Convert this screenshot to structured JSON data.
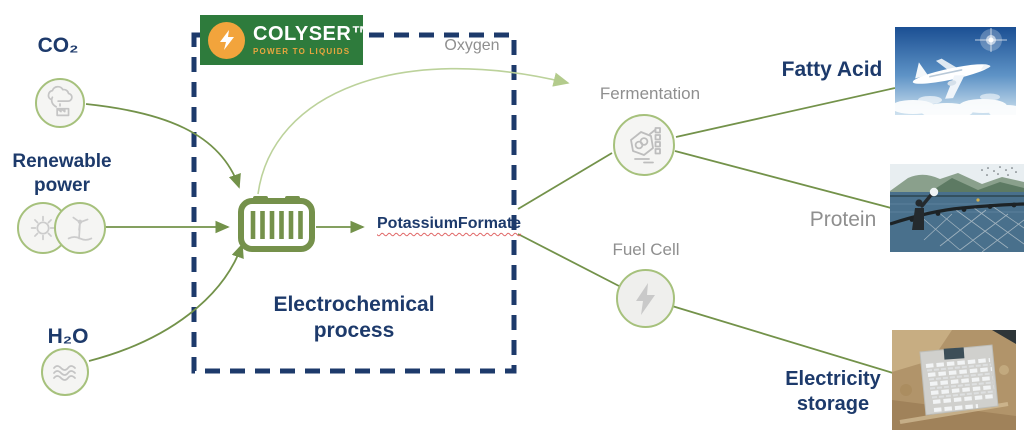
{
  "colors": {
    "navy": "#1d3a6b",
    "olive_line": "#73924a",
    "battery_green": "#75914b",
    "sage_line": "#bcd29b",
    "circle_border": "#a6c17c",
    "gray_text": "#8f8f8f",
    "icon_gray": "#c5c5c5",
    "logo_green": "#2e7b3c",
    "logo_orange": "#f2a43c",
    "spellcheck_red": "#e06666"
  },
  "logo": {
    "name": "COLYSER™",
    "tagline": "POWER TO LIQUIDS",
    "icon": "lightning-bolt-icon"
  },
  "inputs": {
    "co2": {
      "label": "CO₂",
      "icon": "co2-emissions-icon"
    },
    "renewable": {
      "label": "Renewable power",
      "icons": [
        "sun-icon",
        "wind-turbine-icon"
      ]
    },
    "water": {
      "label": "H₂O",
      "icon": "water-waves-icon"
    }
  },
  "process": {
    "label": "Electrochemical process",
    "output": "PotassiumFormate",
    "byproduct": "Oxygen",
    "icon": "electrolyzer-icon"
  },
  "converters": {
    "fermentation": {
      "label": "Fermentation",
      "icon": "fermentation-icon"
    },
    "fuel_cell": {
      "label": "Fuel Cell",
      "icon": "lightning-bolt-icon"
    }
  },
  "products": {
    "fatty_acid": {
      "label": "Fatty Acid",
      "image": "airplane-in-sky-photo"
    },
    "protein": {
      "label": "Protein",
      "image": "fish-farm-photo"
    },
    "electricity": {
      "label": "Electricity storage",
      "image": "battery-storage-aerial-photo"
    }
  }
}
